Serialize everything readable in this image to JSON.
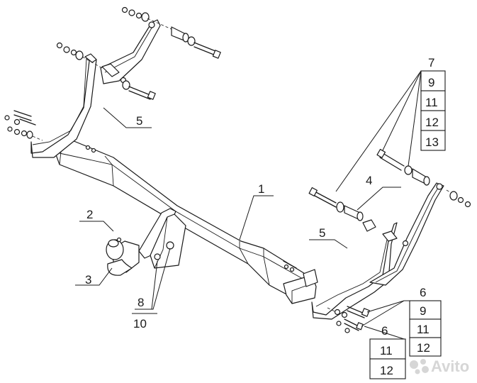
{
  "callouts": {
    "c1": "1",
    "c2": "2",
    "c3": "3",
    "c4": "4",
    "c5_left": "5",
    "c5_right": "5",
    "c6_mid": "6",
    "c8": "8",
    "c10": "10"
  },
  "tables": {
    "top_right": [
      "7",
      "9",
      "11",
      "12",
      "13"
    ],
    "bottom_right": [
      "6",
      "9",
      "11",
      "12"
    ],
    "bottom_mid": [
      "11",
      "12"
    ]
  },
  "watermark": "Avito"
}
